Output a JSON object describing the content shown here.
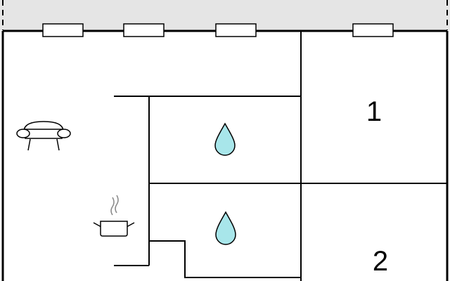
{
  "floor_plan": {
    "colors": {
      "background": "#ffffff",
      "terrace": "#e5e5e5",
      "walls": "#000000",
      "water": "#a8e6ea"
    },
    "terrace": {
      "dashed_border": true
    },
    "windows": [
      "window",
      "window",
      "window",
      "window"
    ],
    "bedrooms": [
      {
        "number": "1"
      },
      {
        "number": "2"
      }
    ],
    "bathrooms": [
      {
        "icon": "water-drop-icon"
      },
      {
        "icon": "water-drop-icon"
      }
    ],
    "living_area": {
      "icon": "sofa-icon"
    },
    "kitchen": {
      "icon": "cooking-pot-icon"
    }
  }
}
